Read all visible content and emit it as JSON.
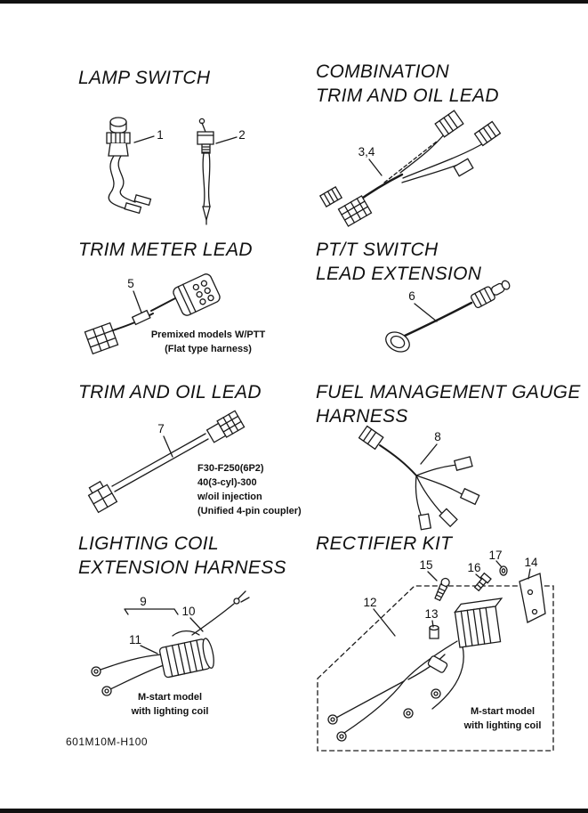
{
  "page": {
    "footer_code": "601M10M-H100"
  },
  "sections": {
    "lamp_switch": {
      "title": "LAMP SWITCH"
    },
    "combination": {
      "title_line1": "COMBINATION",
      "title_line2": "TRIM AND OIL LEAD"
    },
    "trim_meter": {
      "title": "TRIM METER LEAD",
      "note_line1": "Premixed models W/PTT",
      "note_line2": "(Flat type harness)"
    },
    "ptt_switch": {
      "title_line1": "PT/T SWITCH",
      "title_line2": "LEAD EXTENSION"
    },
    "trim_oil": {
      "title": "TRIM AND OIL LEAD",
      "note_line1": "F30-F250(6P2)",
      "note_line2": "40(3-cyl)-300",
      "note_line3": "w/oil injection",
      "note_line4": "(Unified 4-pin coupler)"
    },
    "fuel_management": {
      "title_line1": "FUEL MANAGEMENT GAUGE",
      "title_line2": "HARNESS"
    },
    "lighting_coil": {
      "title_line1": "LIGHTING COIL",
      "title_line2": "EXTENSION HARNESS",
      "note_line1": "M-start model",
      "note_line2": "with lighting coil"
    },
    "rectifier": {
      "title": "RECTIFIER KIT",
      "note_line1": "M-start model",
      "note_line2": "with lighting coil"
    }
  },
  "part_labels": {
    "p1": "1",
    "p2": "2",
    "p34": "3,4",
    "p5": "5",
    "p6": "6",
    "p7": "7",
    "p8": "8",
    "p9": "9",
    "p10": "10",
    "p11": "11",
    "p12": "12",
    "p13": "13",
    "p14": "14",
    "p15": "15",
    "p16": "16",
    "p17": "17"
  }
}
